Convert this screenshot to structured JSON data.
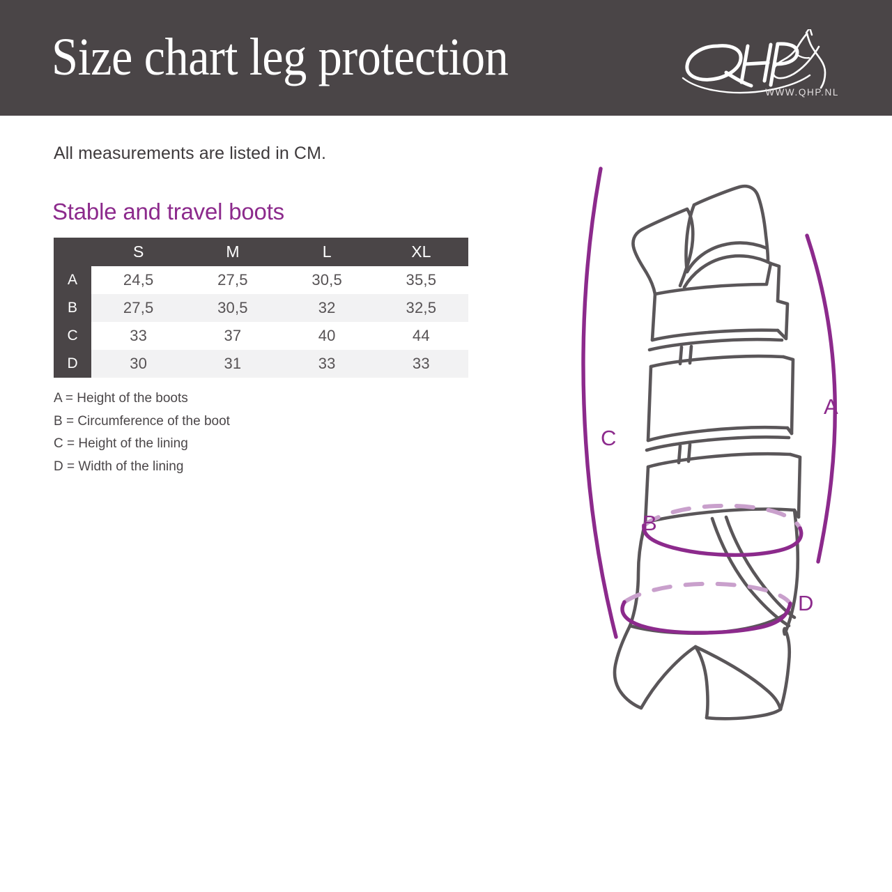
{
  "header": {
    "title": "Size chart leg protection",
    "logo": {
      "name": "qhp-horse-logo",
      "wordmark": "QHP",
      "url_text": "WWW.QHP.NL"
    },
    "background_color": "#4a4547"
  },
  "content": {
    "subtitle": "All measurements are listed in CM.",
    "section_title": "Stable and travel boots",
    "accent_color": "#8c2a8c"
  },
  "table": {
    "corner_label": "",
    "columns": [
      "S",
      "M",
      "L",
      "XL"
    ],
    "rows": [
      {
        "label": "A",
        "values": [
          "24,5",
          "27,5",
          "30,5",
          "35,5"
        ]
      },
      {
        "label": "B",
        "values": [
          "27,5",
          "30,5",
          "32",
          "32,5"
        ]
      },
      {
        "label": "C",
        "values": [
          "33",
          "37",
          "40",
          "44"
        ]
      },
      {
        "label": "D",
        "values": [
          "30",
          "31",
          "33",
          "33"
        ]
      }
    ]
  },
  "legend": [
    "A = Height of the boots",
    "B = Circumference of the boot",
    "C = Height of the lining",
    "D = Width of the lining"
  ],
  "diagram": {
    "name": "stable-travel-boot-measurement-diagram",
    "outline_color": "#5a5659",
    "measure_color": "#8c2a8c",
    "measure_color_light": "#c9a0cc",
    "labels": {
      "a": "A",
      "b": "B",
      "c": "C",
      "d": "D"
    }
  }
}
